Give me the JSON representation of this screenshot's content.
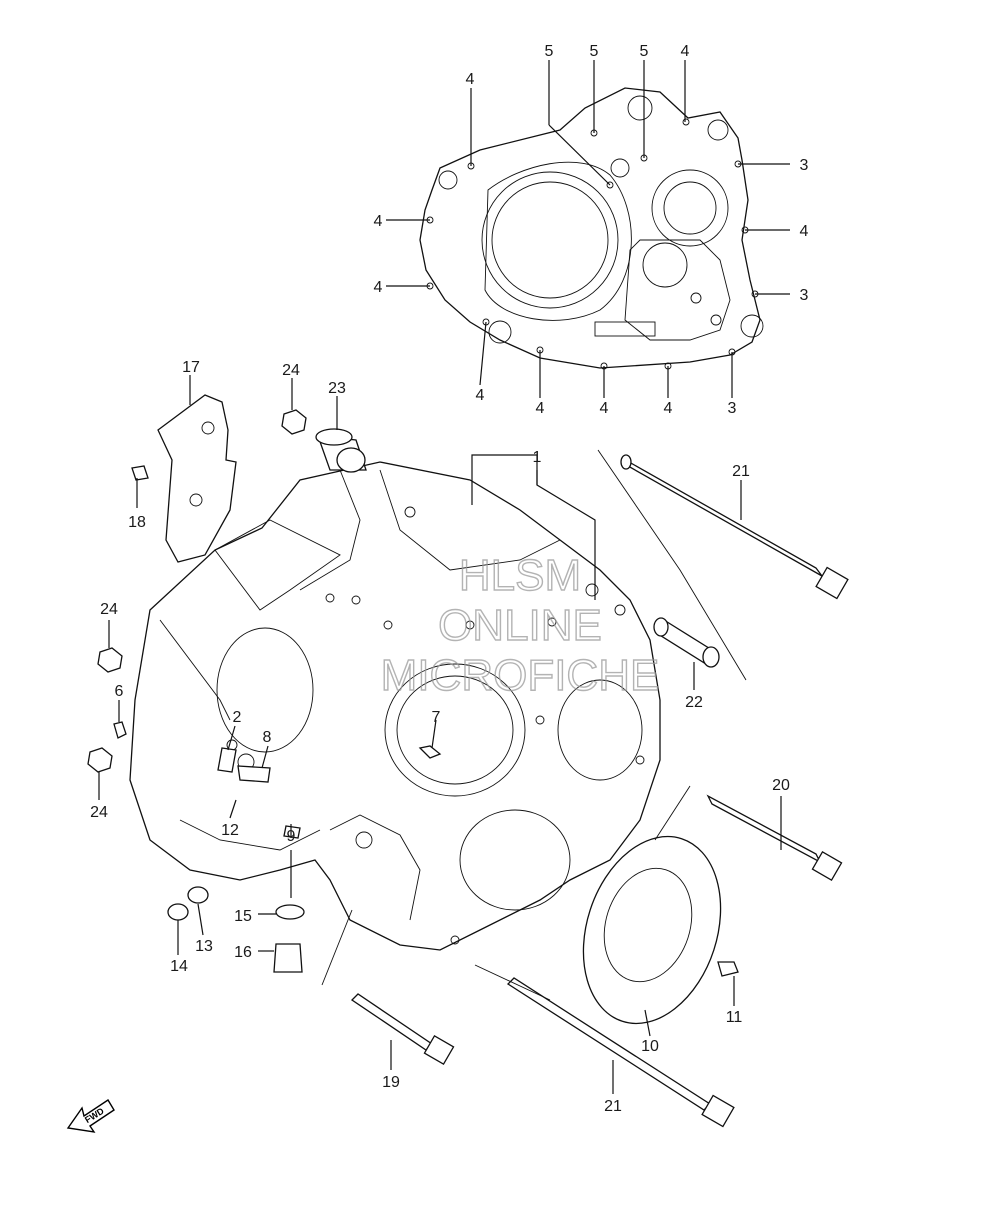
{
  "watermark": {
    "line1": "HLSM",
    "line2": "ONLINE",
    "line3": "MICROFICHE"
  },
  "fwd_label": "FWD",
  "callouts": [
    {
      "id": "c-4-a",
      "text": "4"
    },
    {
      "id": "c-5-a",
      "text": "5"
    },
    {
      "id": "c-5-b",
      "text": "5"
    },
    {
      "id": "c-5-c",
      "text": "5"
    },
    {
      "id": "c-4-b",
      "text": "4"
    },
    {
      "id": "c-3-a",
      "text": "3"
    },
    {
      "id": "c-4-c",
      "text": "4"
    },
    {
      "id": "c-4-d",
      "text": "4"
    },
    {
      "id": "c-4-e",
      "text": "4"
    },
    {
      "id": "c-3-b",
      "text": "3"
    },
    {
      "id": "c-4-f",
      "text": "4"
    },
    {
      "id": "c-4-g",
      "text": "4"
    },
    {
      "id": "c-4-h",
      "text": "4"
    },
    {
      "id": "c-4-i",
      "text": "4"
    },
    {
      "id": "c-3-c",
      "text": "3"
    },
    {
      "id": "c-17",
      "text": "17"
    },
    {
      "id": "c-24-a",
      "text": "24"
    },
    {
      "id": "c-23",
      "text": "23"
    },
    {
      "id": "c-1",
      "text": "1"
    },
    {
      "id": "c-21-a",
      "text": "21"
    },
    {
      "id": "c-18",
      "text": "18"
    },
    {
      "id": "c-24-b",
      "text": "24"
    },
    {
      "id": "c-6",
      "text": "6"
    },
    {
      "id": "c-2",
      "text": "2"
    },
    {
      "id": "c-8",
      "text": "8"
    },
    {
      "id": "c-7",
      "text": "7"
    },
    {
      "id": "c-22",
      "text": "22"
    },
    {
      "id": "c-24-c",
      "text": "24"
    },
    {
      "id": "c-12",
      "text": "12"
    },
    {
      "id": "c-9",
      "text": "9"
    },
    {
      "id": "c-20",
      "text": "20"
    },
    {
      "id": "c-15",
      "text": "15"
    },
    {
      "id": "c-13",
      "text": "13"
    },
    {
      "id": "c-14",
      "text": "14"
    },
    {
      "id": "c-16",
      "text": "16"
    },
    {
      "id": "c-11",
      "text": "11"
    },
    {
      "id": "c-10",
      "text": "10"
    },
    {
      "id": "c-19",
      "text": "19"
    },
    {
      "id": "c-21-b",
      "text": "21"
    }
  ]
}
